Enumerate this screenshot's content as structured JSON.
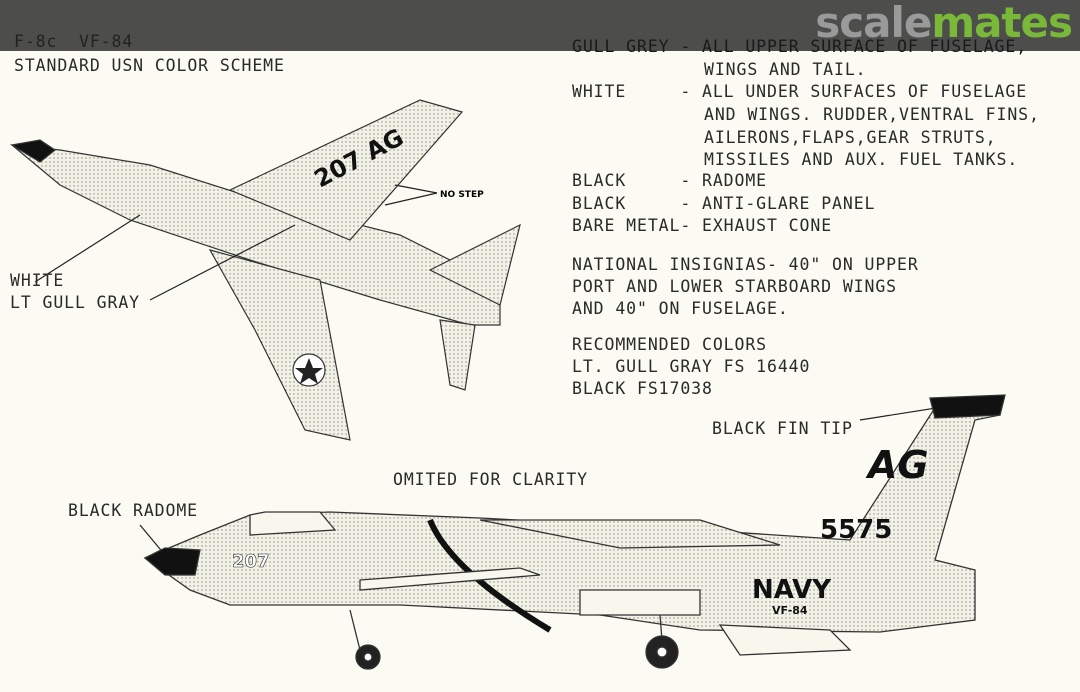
{
  "branding": {
    "logo_part1": "scale",
    "logo_part2": "mates"
  },
  "header": {
    "model": "F-8c",
    "squadron": "VF-84",
    "subtitle": "STANDARD USN COLOR SCHEME"
  },
  "color_notes": [
    {
      "color": "GULL GREY",
      "sep": " - ",
      "lines": [
        "ALL UPPER SURFACE OF FUSELAGE,",
        "WINGS AND TAIL."
      ]
    },
    {
      "color": "WHITE",
      "sep": "     - ",
      "lines": [
        "ALL UNDER SURFACES OF FUSELAGE",
        "AND WINGS. RUDDER,VENTRAL FINS,",
        "AILERONS,FLAPS,GEAR STRUTS,",
        "MISSILES AND AUX. FUEL TANKS."
      ]
    },
    {
      "color": "BLACK",
      "sep": "     - ",
      "lines": [
        "RADOME"
      ]
    },
    {
      "color": "BLACK",
      "sep": "     - ",
      "lines": [
        "ANTI-GLARE PANEL"
      ]
    },
    {
      "color": "BARE METAL",
      "sep": "- ",
      "lines": [
        "EXHAUST CONE"
      ]
    }
  ],
  "insignia_note": [
    "NATIONAL INSIGNIAS- 40\" ON UPPER",
    "PORT AND LOWER STARBOARD WINGS",
    "AND 40\" ON FUSELAGE."
  ],
  "recommended": [
    "RECOMMENDED COLORS",
    "LT. GULL GRAY FS 16440",
    "BLACK FS17038"
  ],
  "callouts": {
    "white": "WHITE",
    "lt_gull_gray": "LT GULL GRAY",
    "no_step": "NO STEP",
    "black_fin_tip": "BLACK FIN TIP",
    "omitted": "OMITED FOR CLARITY",
    "black_radome": "BLACK RADOME"
  },
  "markings": {
    "wing_code": "207 AG",
    "tail_code": "AG",
    "bureau": "5575",
    "navy": "NAVY",
    "unit": "VF-84",
    "modex": "207"
  }
}
